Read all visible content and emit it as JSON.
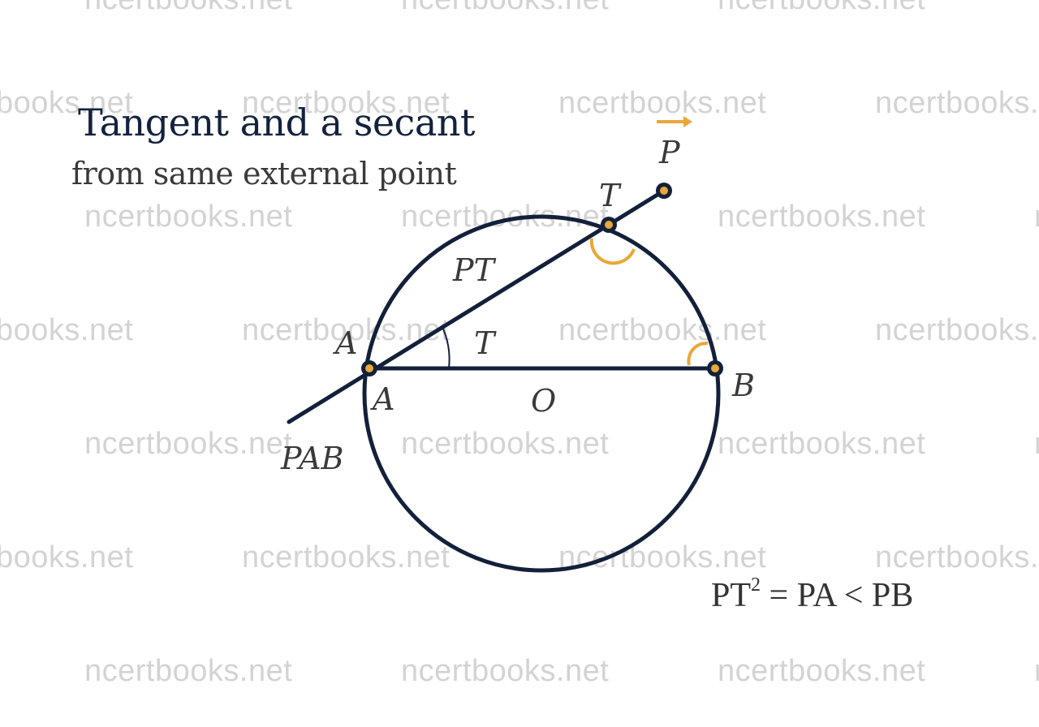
{
  "header": {
    "title": "Tangent and a secant",
    "subtitle": "from same external point"
  },
  "watermark": {
    "text": "ncertbooks.net",
    "color": "#d3d3d3"
  },
  "colors": {
    "stroke": "#13203a",
    "accent": "#e8a838",
    "label": "#3a3a3a",
    "title": "#13223d"
  },
  "diagram": {
    "circle": {
      "center_label": "O"
    },
    "points": {
      "P": {
        "label": "P"
      },
      "T": {
        "label": "T"
      },
      "A": {
        "label": "A"
      },
      "B": {
        "label": "B"
      }
    },
    "labels": {
      "p_top": "P",
      "t_top": "T",
      "pt_segment": "PT",
      "t_angle": "T",
      "a_upper": "A",
      "a_lower": "A",
      "o_center": "O",
      "b_right": "B",
      "pab_line": "PAB"
    },
    "direction_arrow": "right-arrow"
  },
  "formula": {
    "lhs_base": "PT",
    "lhs_exp": "2",
    "rest": " = PA < PB"
  }
}
